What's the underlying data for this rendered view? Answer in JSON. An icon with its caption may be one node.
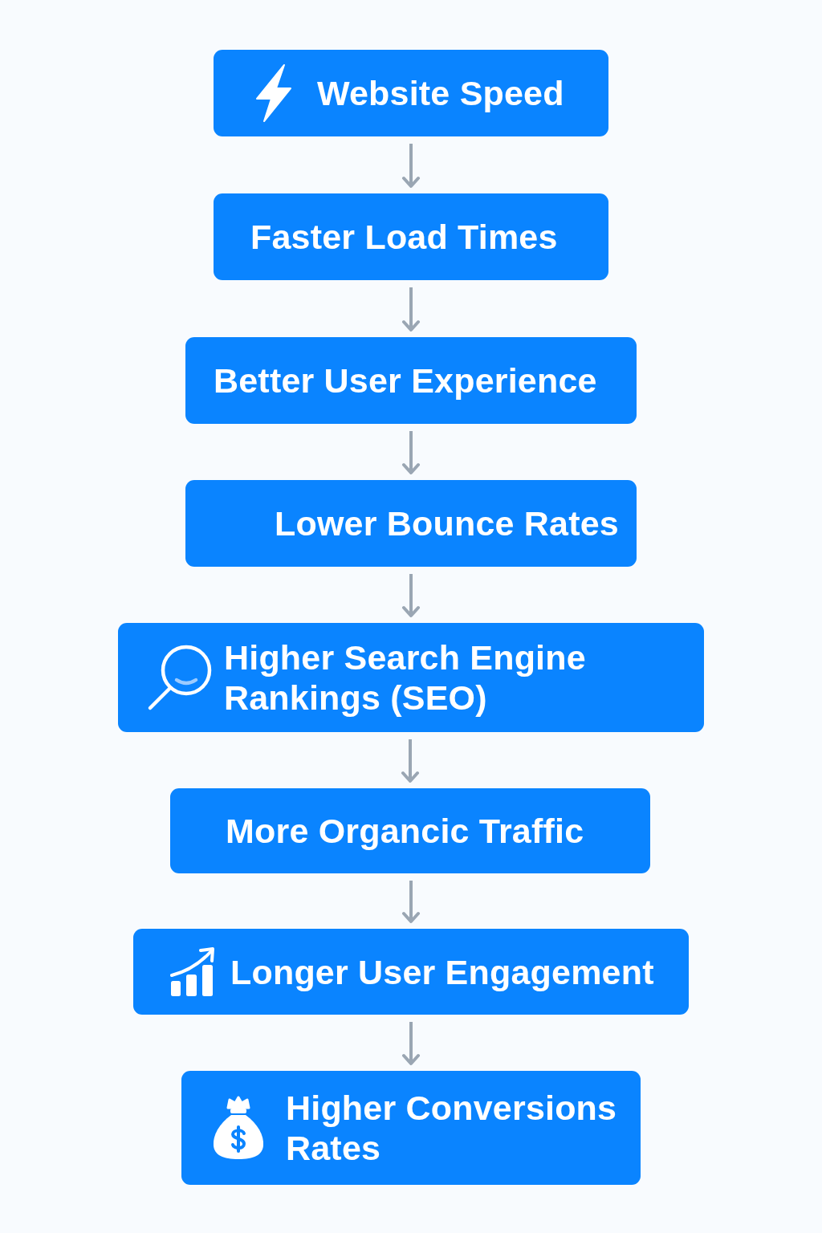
{
  "diagram": {
    "nodes": [
      {
        "text": [
          "Website Speed"
        ]
      },
      {
        "text": [
          "Faster Load Times"
        ]
      },
      {
        "text": [
          "Better User Experience"
        ]
      },
      {
        "text": [
          "Lower Bounce Rates"
        ]
      },
      {
        "text": [
          "Higher Search Engine Rankings (SEO)"
        ]
      },
      {
        "text": [
          "More Organcic Traffic"
        ]
      },
      {
        "text": [
          "Longer User Engagement"
        ]
      },
      {
        "text": [
          "Higher Conversions Rates"
        ]
      }
    ],
    "edges": [
      {
        "from": 0,
        "to": 1,
        "arrow": "to"
      },
      {
        "from": 1,
        "to": 2,
        "arrow": "to"
      },
      {
        "from": 2,
        "to": 3,
        "arrow": "to"
      },
      {
        "from": 3,
        "to": 4,
        "arrow": "to"
      },
      {
        "from": 4,
        "to": 5,
        "arrow": "to"
      },
      {
        "from": 5,
        "to": 6,
        "arrow": "to"
      },
      {
        "from": 6,
        "to": 7,
        "arrow": "to"
      }
    ]
  }
}
